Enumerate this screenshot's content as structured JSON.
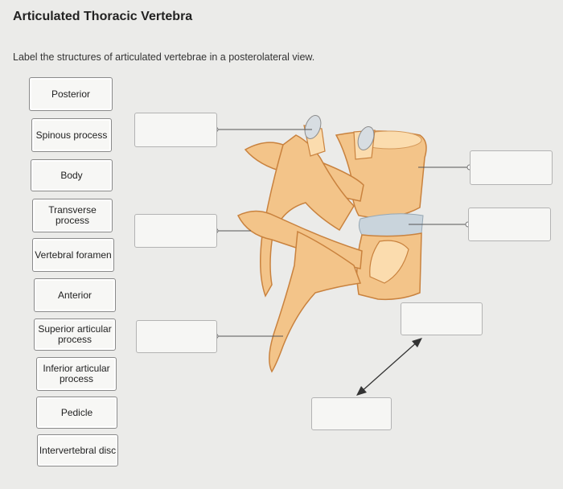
{
  "page": {
    "title": "Articulated Thoracic Vertebra",
    "instructions": "Label the structures of articulated vertebrae in a posterolateral view."
  },
  "labels": [
    {
      "id": "posterior",
      "text": "Posterior"
    },
    {
      "id": "spinous-process",
      "text": "Spinous process"
    },
    {
      "id": "body",
      "text": "Body"
    },
    {
      "id": "transverse-process",
      "text": "Transverse process"
    },
    {
      "id": "vertebral-foramen",
      "text": "Vertebral foramen"
    },
    {
      "id": "anterior",
      "text": "Anterior"
    },
    {
      "id": "superior-articular-process",
      "text": "Superior articular process"
    },
    {
      "id": "inferior-articular-process",
      "text": "Inferior articular process"
    },
    {
      "id": "pedicle",
      "text": "Pedicle"
    },
    {
      "id": "intervertebral-disc",
      "text": "Intervertebral disc"
    }
  ],
  "drop_targets": [
    {
      "id": "target-left-top",
      "value": ""
    },
    {
      "id": "target-left-middle",
      "value": ""
    },
    {
      "id": "target-left-bottom",
      "value": ""
    },
    {
      "id": "target-right-top",
      "value": ""
    },
    {
      "id": "target-right-middle",
      "value": ""
    },
    {
      "id": "target-direction-top",
      "value": ""
    },
    {
      "id": "target-direction-bottom",
      "value": ""
    }
  ],
  "colors": {
    "bone": "#f3c489",
    "bone_shadow": "#c9823e",
    "bone_light": "#fbdcae",
    "disc": "#c9d4dc",
    "leader_line": "#555555"
  }
}
